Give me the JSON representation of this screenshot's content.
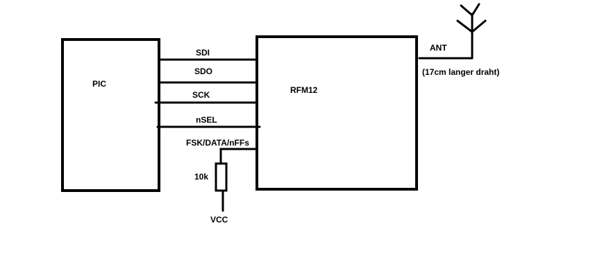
{
  "components": {
    "pic": {
      "label": "PIC"
    },
    "rfm12": {
      "label": "RFM12"
    },
    "resistor": {
      "label": "10k"
    },
    "vcc": {
      "label": "VCC"
    },
    "antenna": {
      "label": "ANT",
      "note": "(17cm langer draht)"
    }
  },
  "signals": [
    {
      "label": "SDI"
    },
    {
      "label": "SDO"
    },
    {
      "label": "SCK"
    },
    {
      "label": "nSEL"
    },
    {
      "label": "FSK/DATA/nFFs"
    }
  ],
  "colors": {
    "line": "#000000",
    "background": "#ffffff"
  }
}
